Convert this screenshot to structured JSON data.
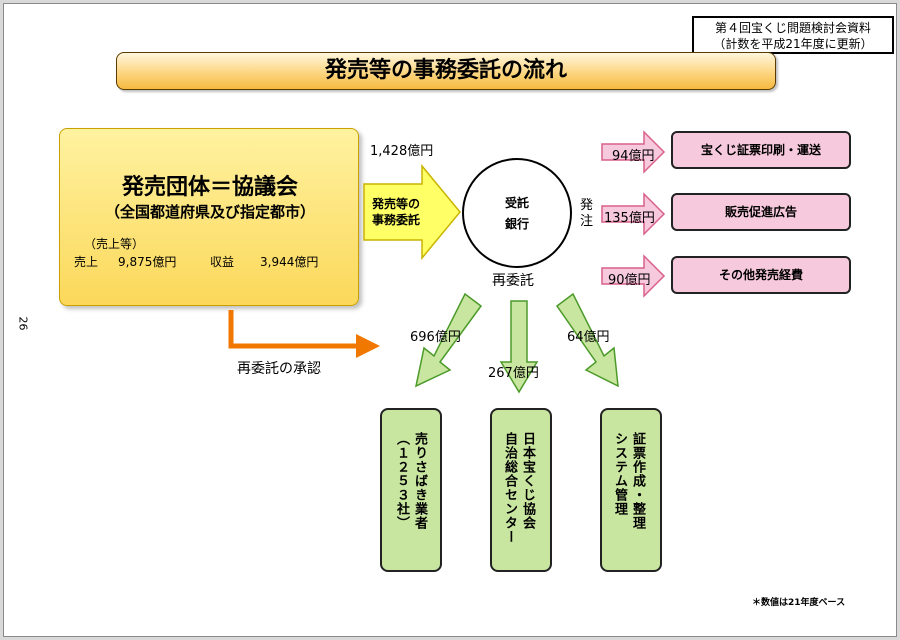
{
  "doc_label": {
    "line1": "第４回宝くじ問題検討会資料",
    "line2": "（計数を平成21年度に更新）"
  },
  "title": "発売等の事務委託の流れ",
  "organization": {
    "title": "発売団体＝協議会",
    "subtitle": "（全国都道府県及び指定都市）",
    "note": "（売上等）",
    "sales_label": "売上",
    "sales_value": "9,875億円",
    "revenue_label": "収益",
    "revenue_value": "3,944億円"
  },
  "main_flow": {
    "amount": "1,428億円",
    "line1": "発売等の",
    "line2": "事務委託"
  },
  "bank": {
    "line1": "受託",
    "line2": "銀行"
  },
  "order_label": {
    "line1": "発",
    "line2": "注"
  },
  "recommission_label": "再委託",
  "approval_label": "再委託の承認",
  "orders": [
    {
      "amount": "94億円",
      "label": "宝くじ証票印刷・運送"
    },
    {
      "amount": "135億円",
      "label": "販売促進広告"
    },
    {
      "amount": "90億円",
      "label": "その他発売経費"
    }
  ],
  "subcontractors": [
    {
      "amount": "696億円",
      "name": "売りさばき業者",
      "sub": "（１２５３社）"
    },
    {
      "amount": "267億円",
      "name": "日本宝くじ協会",
      "sub": "自治総合センター"
    },
    {
      "amount": "64億円",
      "name": "証票作成・整理",
      "sub": "システム管理"
    }
  ],
  "footnote": "＊数値は21年度ベース",
  "page_number": "26",
  "colors": {
    "org_fill": "#fbd85a",
    "flow_arrow": "#ffff66",
    "approval_arrow": "#f07800",
    "pink_box": "#f7c9dc",
    "green": "#c8e6a0"
  }
}
